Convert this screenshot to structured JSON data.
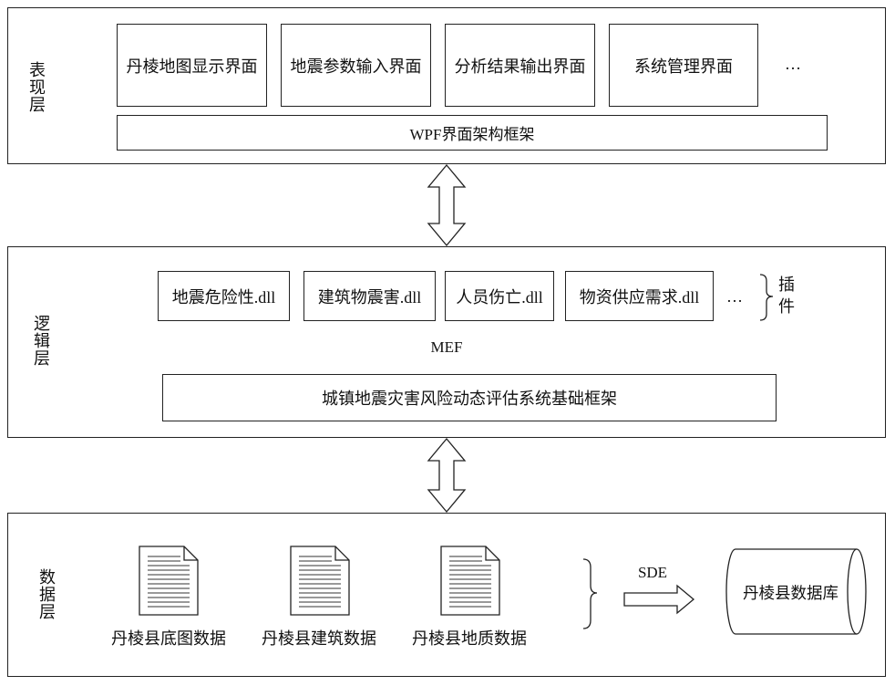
{
  "presentation_layer": {
    "label": "表现层",
    "modules": [
      "丹棱地图显示界面",
      "地震参数输入界面",
      "分析结果输出界面",
      "系统管理界面"
    ],
    "more": "…",
    "framework": "WPF界面架构框架"
  },
  "logic_layer": {
    "label": "逻辑层",
    "plugins": [
      "地震危险性.dll",
      "建筑物震害.dll",
      "人员伤亡.dll",
      "物资供应需求.dll"
    ],
    "more": "…",
    "plugins_label": "插件",
    "composition": "MEF",
    "framework": "城镇地震灾害风险动态评估系统基础框架"
  },
  "data_layer": {
    "label": "数据层",
    "sources": [
      "丹棱县底图数据",
      "丹棱县建筑数据",
      "丹棱县地质数据"
    ],
    "connector": "SDE",
    "database": "丹棱县数据库"
  },
  "colors": {
    "line": "#222222",
    "background": "#ffffff"
  }
}
